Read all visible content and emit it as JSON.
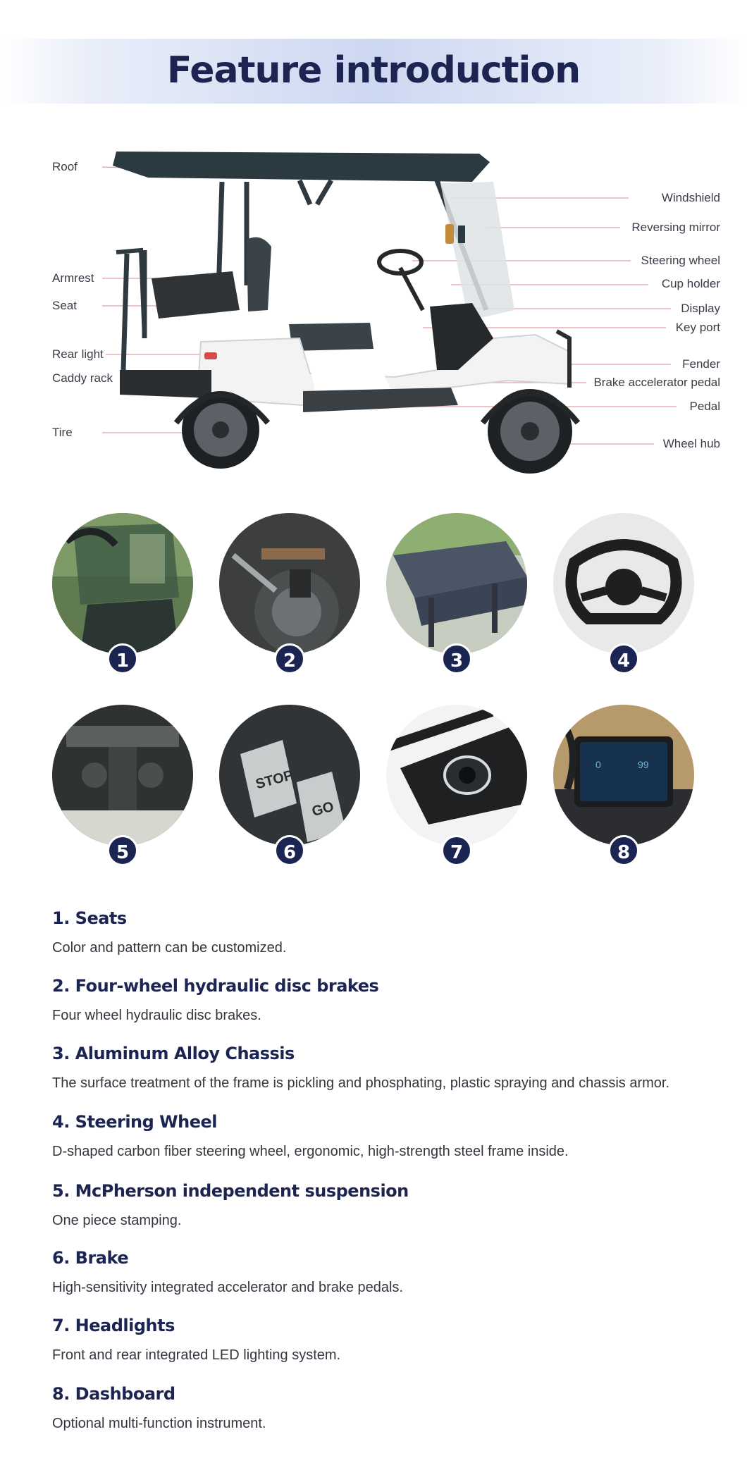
{
  "header": {
    "title": "Feature introduction"
  },
  "diagram": {
    "left_labels": [
      "Roof",
      "Armrest",
      "Seat",
      "Rear light",
      "Caddy rack",
      "Tire"
    ],
    "right_labels": [
      "Windshield",
      "Reversing mirror",
      "Steering wheel",
      "Cup holder",
      "Display",
      "Key port",
      "Fender",
      "Brake accelerator pedal",
      "Pedal",
      "Wheel hub"
    ],
    "line_color": "#e3a1a8"
  },
  "thumbnails": [
    {
      "number": "1",
      "icon": "seat-photo"
    },
    {
      "number": "2",
      "icon": "disc-brake-photo"
    },
    {
      "number": "3",
      "icon": "chassis-photo"
    },
    {
      "number": "4",
      "icon": "steering-wheel-photo"
    },
    {
      "number": "5",
      "icon": "suspension-photo"
    },
    {
      "number": "6",
      "icon": "pedals-photo"
    },
    {
      "number": "7",
      "icon": "headlight-photo"
    },
    {
      "number": "8",
      "icon": "dashboard-photo"
    }
  ],
  "features": [
    {
      "title": "1. Seats",
      "desc": "Color and pattern can be customized."
    },
    {
      "title": "2. Four-wheel hydraulic disc brakes",
      "desc": "Four wheel hydraulic disc brakes."
    },
    {
      "title": "3. Aluminum Alloy Chassis",
      "desc": "The surface treatment of the frame is pickling and phosphating, plastic spraying and chassis armor."
    },
    {
      "title": "4. Steering Wheel",
      "desc": "D-shaped carbon fiber steering wheel, ergonomic, high-strength steel frame inside."
    },
    {
      "title": "5. McPherson independent suspension",
      "desc": "One piece stamping."
    },
    {
      "title": "6. Brake",
      "desc": "High-sensitivity integrated accelerator and brake pedals."
    },
    {
      "title": "7. Headlights",
      "desc": "Front and rear integrated LED lighting system."
    },
    {
      "title": "8. Dashboard",
      "desc": "Optional multi-function instrument."
    }
  ],
  "colors": {
    "accent": "#1c2452",
    "text": "#33363f"
  }
}
